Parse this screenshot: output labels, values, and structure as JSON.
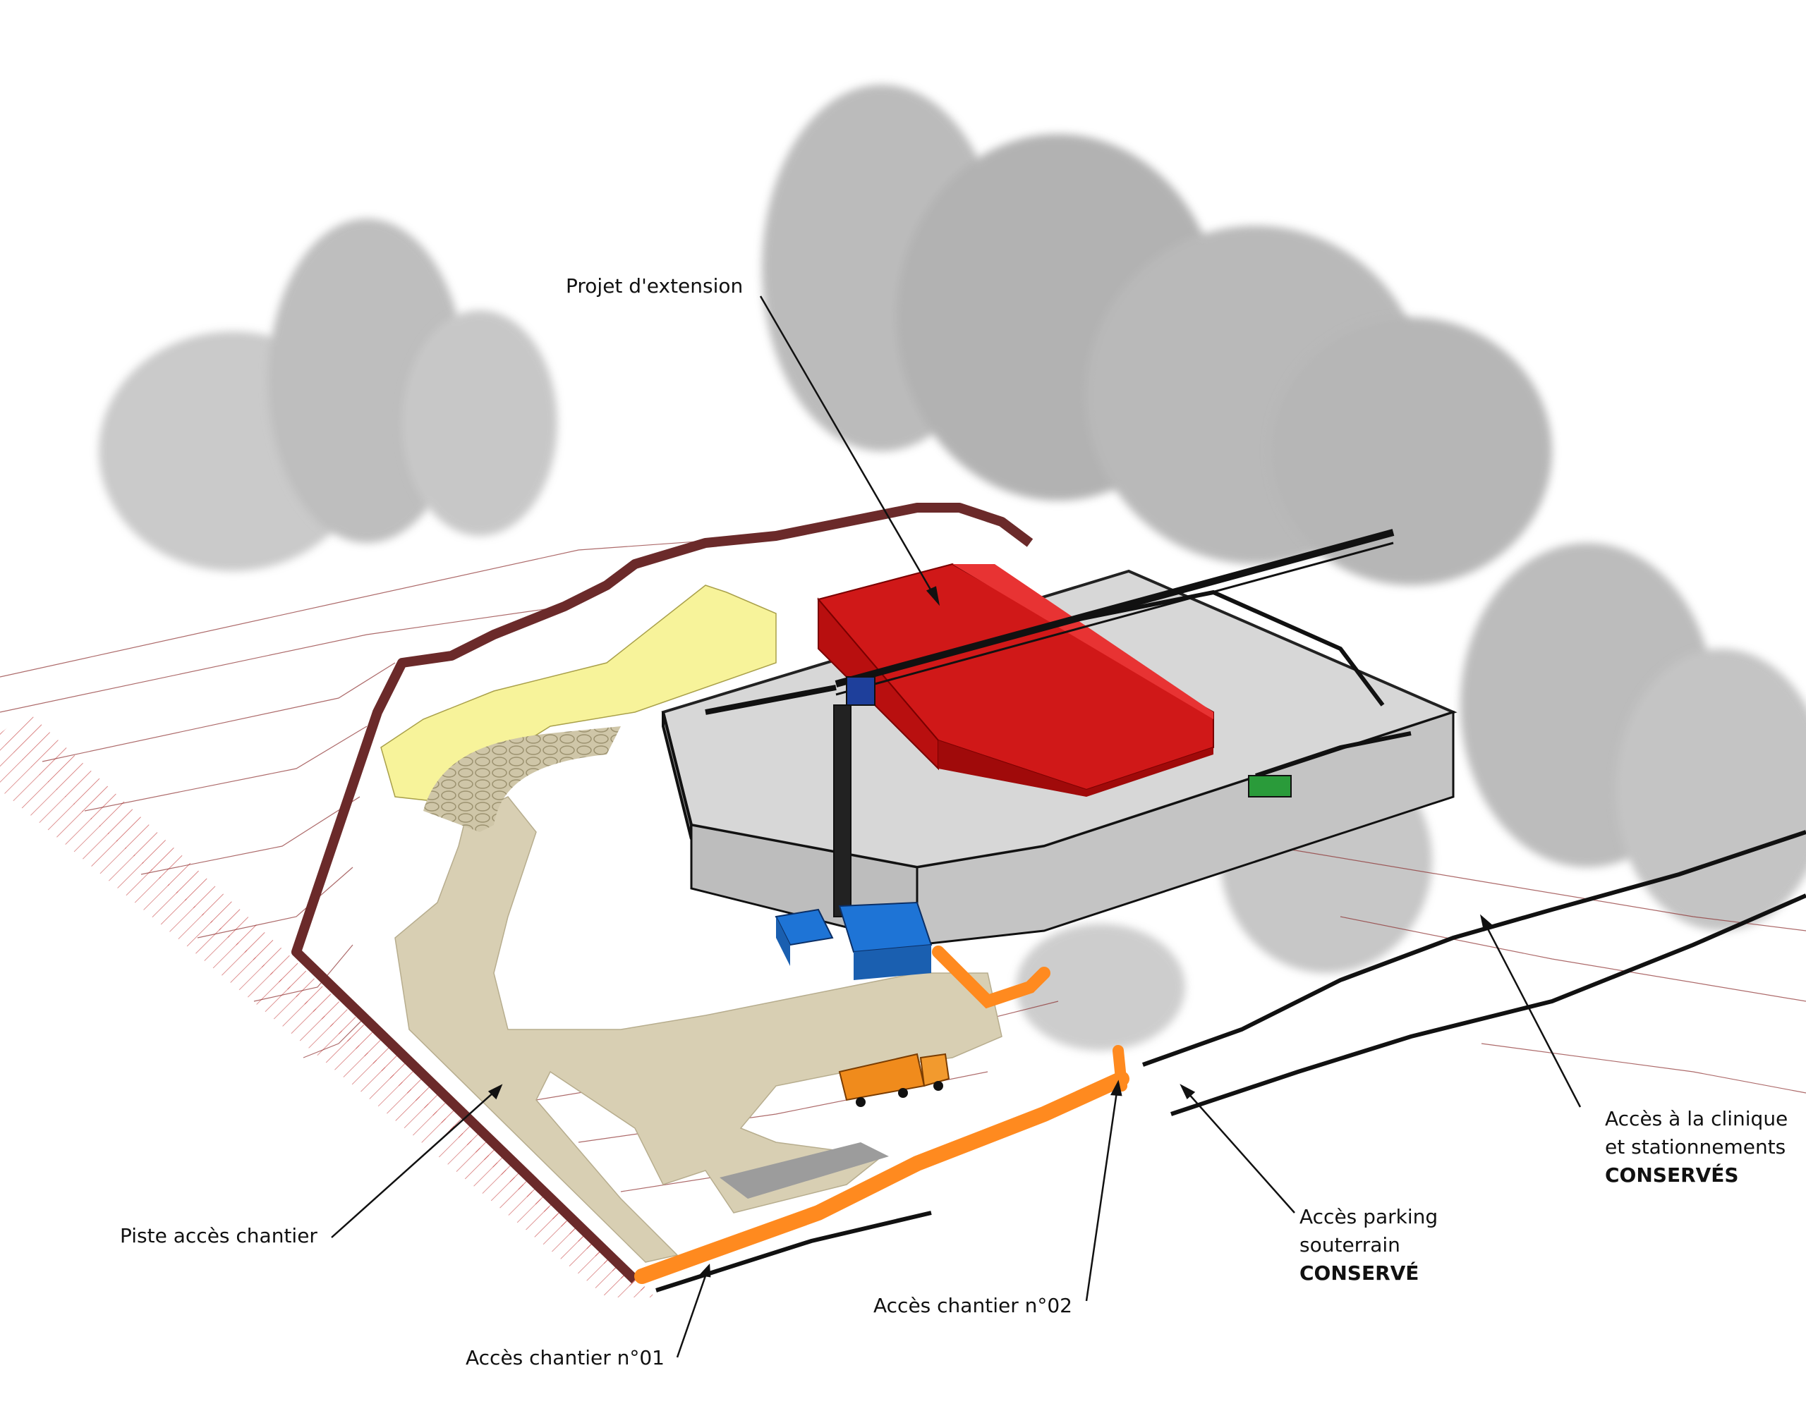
{
  "labels": {
    "projet_extension": "Projet d'extension",
    "piste_acces": "Piste accès chantier",
    "acces_01": "Accès chantier n°01",
    "acces_02": "Accès chantier n°02",
    "parking": {
      "line1": "Accès parking",
      "line2": "souterrain",
      "line3": "CONSERVÉ"
    },
    "clinique": {
      "line1": "Accès à la clinique",
      "line2": "et stationnements",
      "line3": "CONSERVÉS"
    }
  },
  "colors": {
    "extension": "#e11b1b",
    "piste": "#d8cfb3",
    "site_boundary": "#6b2a2a",
    "access_fence": "#ff8a1f",
    "yellow_zone": "#f7f39a",
    "site_cabins": "#1e74d6",
    "point_cloud": "#9a9a9a",
    "contours": "#8a2b2b"
  },
  "icons": {
    "crane": "tower-crane-icon",
    "truck": "delivery-truck-icon",
    "cabins": "site-cabins-icon"
  }
}
